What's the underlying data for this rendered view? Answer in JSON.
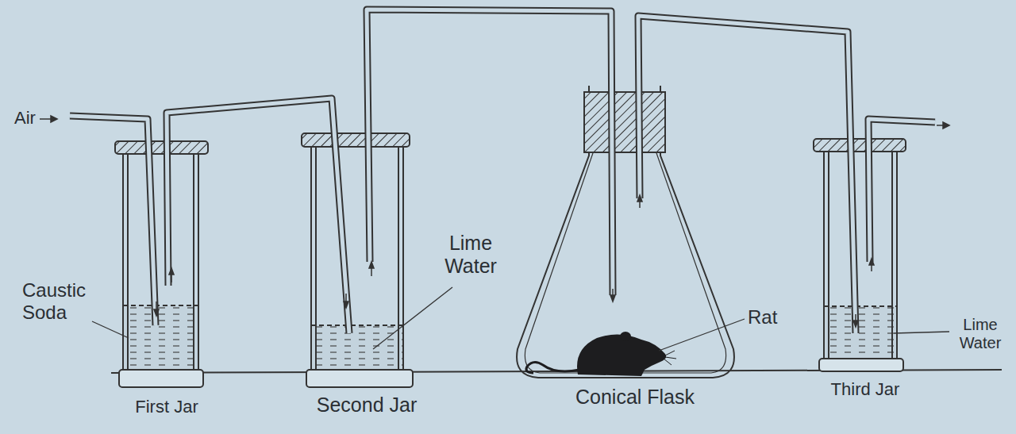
{
  "diagram": {
    "labels": [
      "Air",
      "Caustic Soda",
      "Lime Water",
      "Rat",
      "Lime Water",
      "First Jar",
      "Second Jar",
      "Conical Flask",
      "Third Jar"
    ]
  }
}
